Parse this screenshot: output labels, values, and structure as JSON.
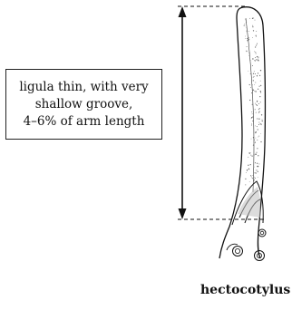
{
  "annotation": {
    "lines": [
      "ligula thin, with very",
      "shallow groove,",
      "4–6% of arm length"
    ]
  },
  "caption": "hectocotylus",
  "colors": {
    "ink": "#111111",
    "stipple": "#666666"
  }
}
